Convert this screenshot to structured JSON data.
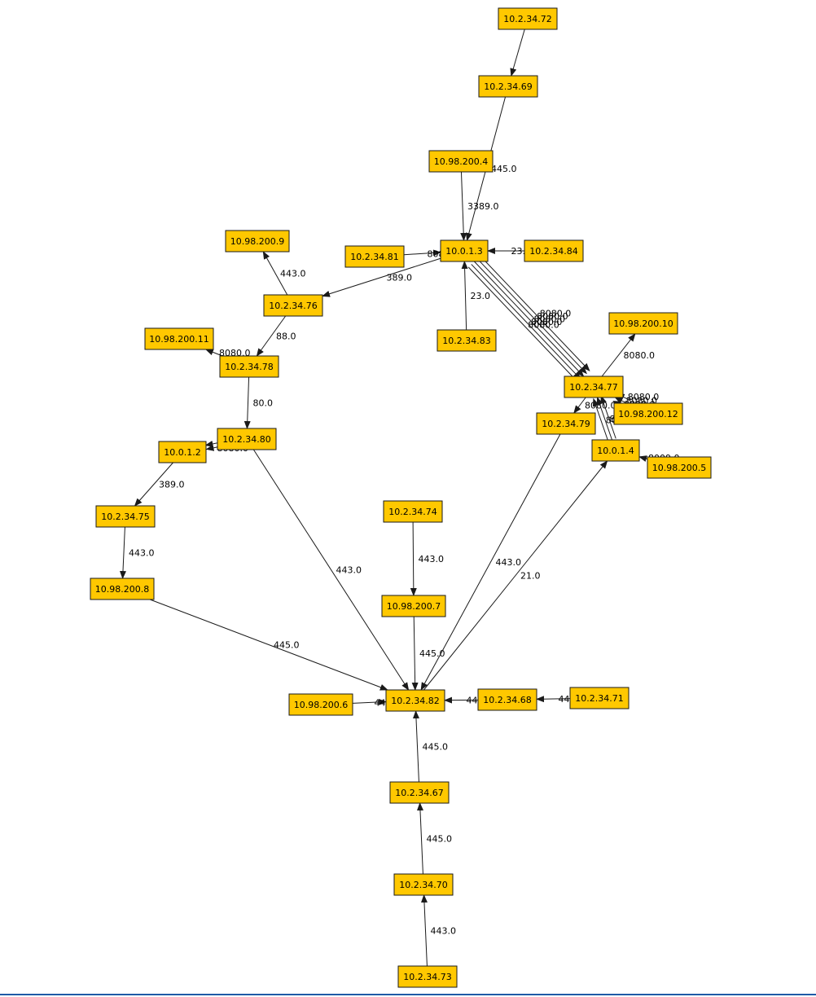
{
  "colors": {
    "node_fill": "#ffc800",
    "node_stroke": "#1a1a1a",
    "edge": "#1a1a1a",
    "bottom_rule": "#1f5aa6"
  },
  "nodes": [
    {
      "id": "10.2.34.72"
    },
    {
      "id": "10.2.34.69"
    },
    {
      "id": "10.98.200.4"
    },
    {
      "id": "10.0.1.3"
    },
    {
      "id": "10.2.34.84"
    },
    {
      "id": "10.2.34.81"
    },
    {
      "id": "10.98.200.9"
    },
    {
      "id": "10.2.34.76"
    },
    {
      "id": "10.98.200.11"
    },
    {
      "id": "10.2.34.78"
    },
    {
      "id": "10.2.34.83"
    },
    {
      "id": "10.98.200.10"
    },
    {
      "id": "10.2.34.77"
    },
    {
      "id": "10.2.34.79"
    },
    {
      "id": "10.98.200.12"
    },
    {
      "id": "10.0.1.4"
    },
    {
      "id": "10.98.200.5"
    },
    {
      "id": "10.2.34.80"
    },
    {
      "id": "10.0.1.2"
    },
    {
      "id": "10.2.34.75"
    },
    {
      "id": "10.2.34.74"
    },
    {
      "id": "10.98.200.8"
    },
    {
      "id": "10.98.200.7"
    },
    {
      "id": "10.98.200.6"
    },
    {
      "id": "10.2.34.82"
    },
    {
      "id": "10.2.34.68"
    },
    {
      "id": "10.2.34.71"
    },
    {
      "id": "10.2.34.67"
    },
    {
      "id": "10.2.34.70"
    },
    {
      "id": "10.2.34.73"
    }
  ],
  "edges": [
    {
      "from": "10.2.34.72",
      "to": "10.2.34.69",
      "label": ""
    },
    {
      "from": "10.2.34.69",
      "to": "10.0.1.3",
      "label": "445.0"
    },
    {
      "from": "10.98.200.4",
      "to": "10.0.1.3",
      "label": "3389.0"
    },
    {
      "from": "10.2.34.84",
      "to": "10.0.1.3",
      "label": "23.0"
    },
    {
      "from": "10.2.34.81",
      "to": "10.0.1.3",
      "label": "8080.0"
    },
    {
      "from": "10.2.34.83",
      "to": "10.0.1.3",
      "label": "23.0"
    },
    {
      "from": "10.0.1.3",
      "to": "10.2.34.76",
      "label": "389.0"
    },
    {
      "from": "10.2.34.76",
      "to": "10.98.200.9",
      "label": "443.0"
    },
    {
      "from": "10.2.34.76",
      "to": "10.2.34.78",
      "label": "88.0"
    },
    {
      "from": "10.2.34.78",
      "to": "10.98.200.11",
      "label": "8080.0"
    },
    {
      "from": "10.2.34.78",
      "to": "10.2.34.80",
      "label": "80.0"
    },
    {
      "from": "10.0.1.3",
      "to": "10.2.34.77",
      "label": "8080.0"
    },
    {
      "from": "10.0.1.3",
      "to": "10.2.34.77",
      "label": "8080.0"
    },
    {
      "from": "10.0.1.3",
      "to": "10.2.34.77",
      "label": "8080.0"
    },
    {
      "from": "10.0.1.3",
      "to": "10.2.34.77",
      "label": "8080.0"
    },
    {
      "from": "10.0.1.3",
      "to": "10.2.34.77",
      "label": "8080.0"
    },
    {
      "from": "10.2.34.77",
      "to": "10.98.200.10",
      "label": "8080.0"
    },
    {
      "from": "10.2.34.77",
      "to": "10.2.34.79",
      "label": "8080.0"
    },
    {
      "from": "10.0.1.4",
      "to": "10.2.34.77",
      "label": "8080.0"
    },
    {
      "from": "10.0.1.4",
      "to": "10.2.34.77",
      "label": "8080.0"
    },
    {
      "from": "10.0.1.4",
      "to": "10.2.34.77",
      "label": "8080.0"
    },
    {
      "from": "10.98.200.12",
      "to": "10.2.34.77",
      "label": "8080.0"
    },
    {
      "from": "10.98.200.12",
      "to": "10.2.34.77",
      "label": "8080.0"
    },
    {
      "from": "10.98.200.12",
      "to": "10.2.34.77",
      "label": "8080.0"
    },
    {
      "from": "10.98.200.5",
      "to": "10.0.1.4",
      "label": "8009.0"
    },
    {
      "from": "10.2.34.80",
      "to": "10.0.1.2",
      "label": "8080.0"
    },
    {
      "from": "10.2.34.80",
      "to": "10.0.1.2",
      "label": "3389.0"
    },
    {
      "from": "10.0.1.2",
      "to": "10.2.34.75",
      "label": "389.0"
    },
    {
      "from": "10.2.34.75",
      "to": "10.98.200.8",
      "label": "443.0"
    },
    {
      "from": "10.98.200.8",
      "to": "10.2.34.82",
      "label": "445.0"
    },
    {
      "from": "10.2.34.80",
      "to": "10.2.34.82",
      "label": "443.0"
    },
    {
      "from": "10.2.34.74",
      "to": "10.98.200.7",
      "label": "443.0"
    },
    {
      "from": "10.98.200.7",
      "to": "10.2.34.82",
      "label": "445.0"
    },
    {
      "from": "10.2.34.79",
      "to": "10.2.34.82",
      "label": "443.0"
    },
    {
      "from": "10.2.34.82",
      "to": "10.0.1.4",
      "label": "21.0"
    },
    {
      "from": "10.98.200.6",
      "to": "10.2.34.82",
      "label": "445.0"
    },
    {
      "from": "10.2.34.68",
      "to": "10.2.34.82",
      "label": "445.0"
    },
    {
      "from": "10.2.34.71",
      "to": "10.2.34.68",
      "label": "445.0"
    },
    {
      "from": "10.2.34.67",
      "to": "10.2.34.82",
      "label": "445.0"
    },
    {
      "from": "10.2.34.70",
      "to": "10.2.34.67",
      "label": "445.0"
    },
    {
      "from": "10.2.34.73",
      "to": "10.2.34.70",
      "label": "443.0"
    }
  ]
}
